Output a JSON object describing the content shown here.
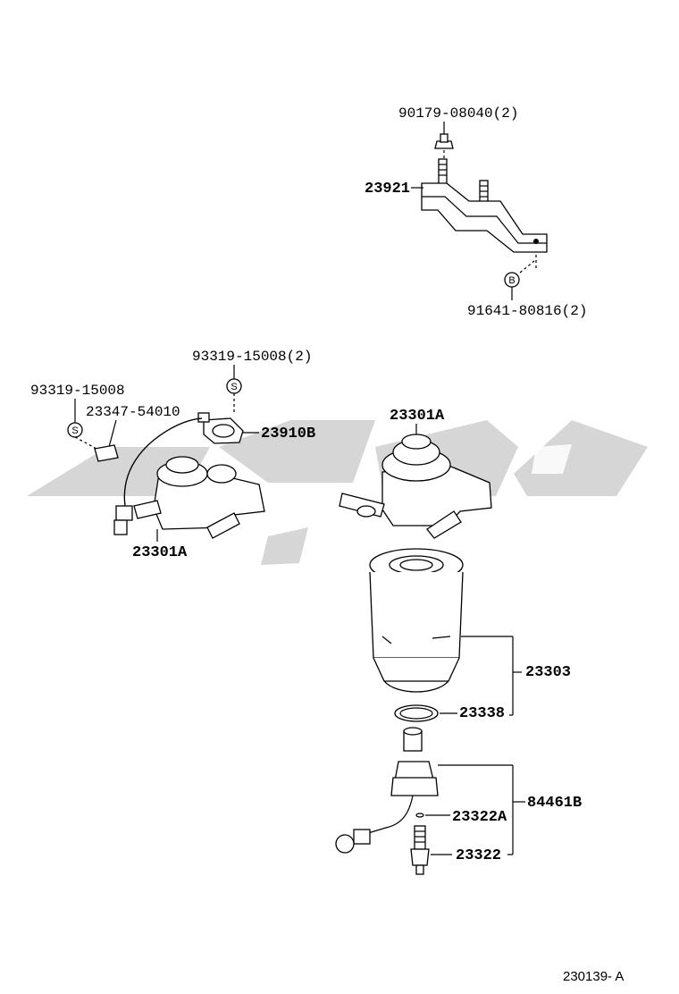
{
  "diagram": {
    "reference_code": "230139- A",
    "callouts": {
      "bolt_top": "90179-08040(2)",
      "bracket": "23921",
      "bolt_b": "91641-80816(2)",
      "badge_b": "B",
      "screw_pair": "93319-15008(2)",
      "screw_single": "93319-15008",
      "clamp": "23347-54010",
      "sensor_switch": "23910B",
      "housing_left": "23301A",
      "housing_right": "23301A",
      "filter_element": "23303",
      "o_ring": "23338",
      "drain_assembly": "84461B",
      "gasket_small": "23322A",
      "drain_plug": "23322",
      "badge_s": "S"
    }
  }
}
